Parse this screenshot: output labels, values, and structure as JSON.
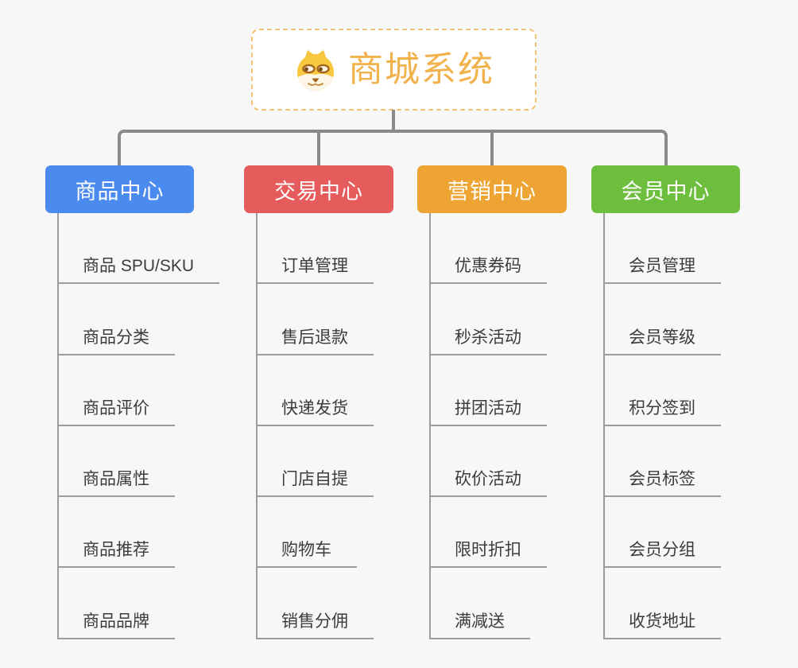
{
  "page": {
    "background_color": "#f7f7f7"
  },
  "root": {
    "title": "商城系统",
    "icon": "doge-icon",
    "text_color": "#f1b14b",
    "border_color": "#f5c376"
  },
  "connectors": {
    "main_color": "#8a8a8a",
    "leaf_line_color": "#9c9c9c"
  },
  "leaf_text_color": "#3c3c3c",
  "branches": [
    {
      "label": "商品中心",
      "color": "#4b8bef",
      "children": [
        "商品 SPU/SKU",
        "商品分类",
        "商品评价",
        "商品属性",
        "商品推荐",
        "商品品牌"
      ]
    },
    {
      "label": "交易中心",
      "color": "#e65c5c",
      "children": [
        "订单管理",
        "售后退款",
        "快递发货",
        "门店自提",
        "购物车",
        "销售分佣"
      ]
    },
    {
      "label": "营销中心",
      "color": "#eea433",
      "children": [
        "优惠券码",
        "秒杀活动",
        "拼团活动",
        "砍价活动",
        "限时折扣",
        "满减送"
      ]
    },
    {
      "label": "会员中心",
      "color": "#6ebe3e",
      "children": [
        "会员管理",
        "会员等级",
        "积分签到",
        "会员标签",
        "会员分组",
        "收货地址"
      ]
    }
  ]
}
